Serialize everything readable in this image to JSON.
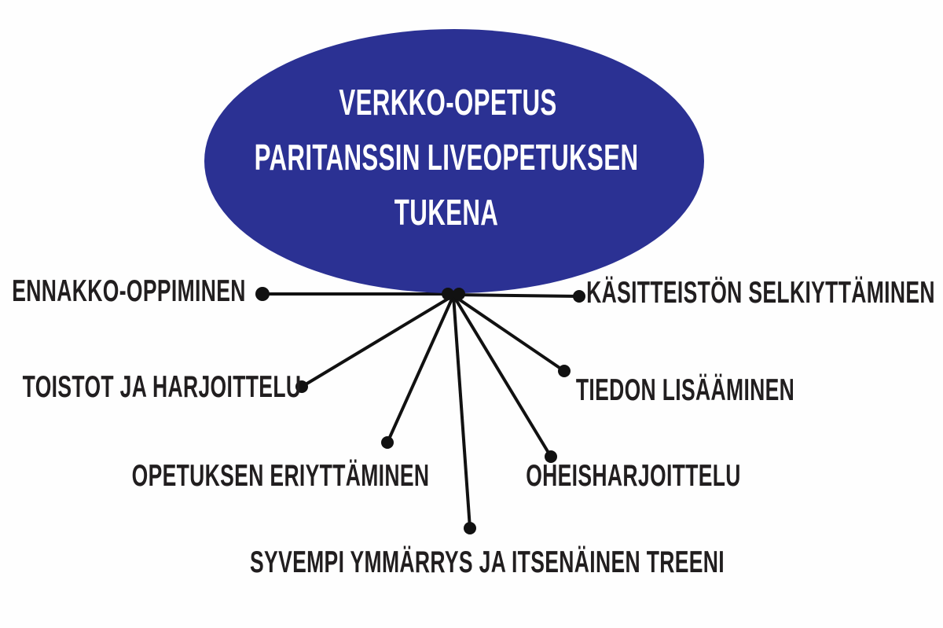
{
  "diagram": {
    "title": {
      "line1": "VERKKO-OPETUS",
      "line2": "PARITANSSIN LIVEOPETUKSEN",
      "line3": "TUKENA"
    },
    "nodes": [
      {
        "label": "ENNAKKO-OPPIMINEN"
      },
      {
        "label": "KÄSITTEISTÖN SELKIYTTÄMINEN"
      },
      {
        "label": "TOISTOT JA HARJOITTELU"
      },
      {
        "label": "TIEDON LISÄÄMINEN"
      },
      {
        "label": "OPETUKSEN ERIYTTÄMINEN"
      },
      {
        "label": "OHEISHARJOITTELU"
      },
      {
        "label": "SYVEMPI YMMÄRRYS JA ITSENÄINEN TREENI"
      }
    ],
    "colors": {
      "ellipse_fill": "#2b3193",
      "title_text": "#ffffff",
      "label_text": "#211e1f",
      "line": "#111111",
      "background": "#fefefe"
    }
  }
}
